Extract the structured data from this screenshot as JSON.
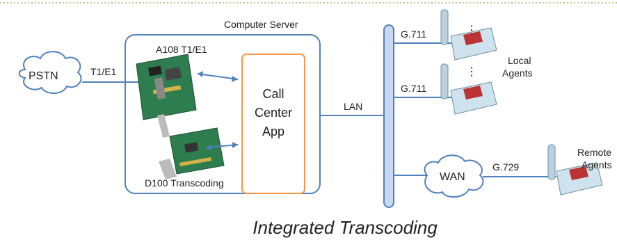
{
  "labels": {
    "server": "Computer Server",
    "card_a108": "A108 T1/E1",
    "card_d100": "D100 Transcoding",
    "app": [
      "Call",
      "Center",
      "App"
    ],
    "pstn": "PSTN",
    "t1e1": "T1/E1",
    "lan": "LAN",
    "wan": "WAN",
    "g711_top": "G.711",
    "g711_mid": "G.711",
    "g729": "G.729",
    "local_agents": [
      "Local",
      "Agents"
    ],
    "remote_agents": [
      "Remote",
      "Agents"
    ],
    "dots": "⋮"
  },
  "caption": "Integrated Transcoding",
  "colors": {
    "line_blue": "#4f81bd",
    "lan_bar": "#c6d9f1",
    "app_border": "#f79646",
    "card_green": "#2e7d4f",
    "dotted_top": "#9bbb59"
  }
}
